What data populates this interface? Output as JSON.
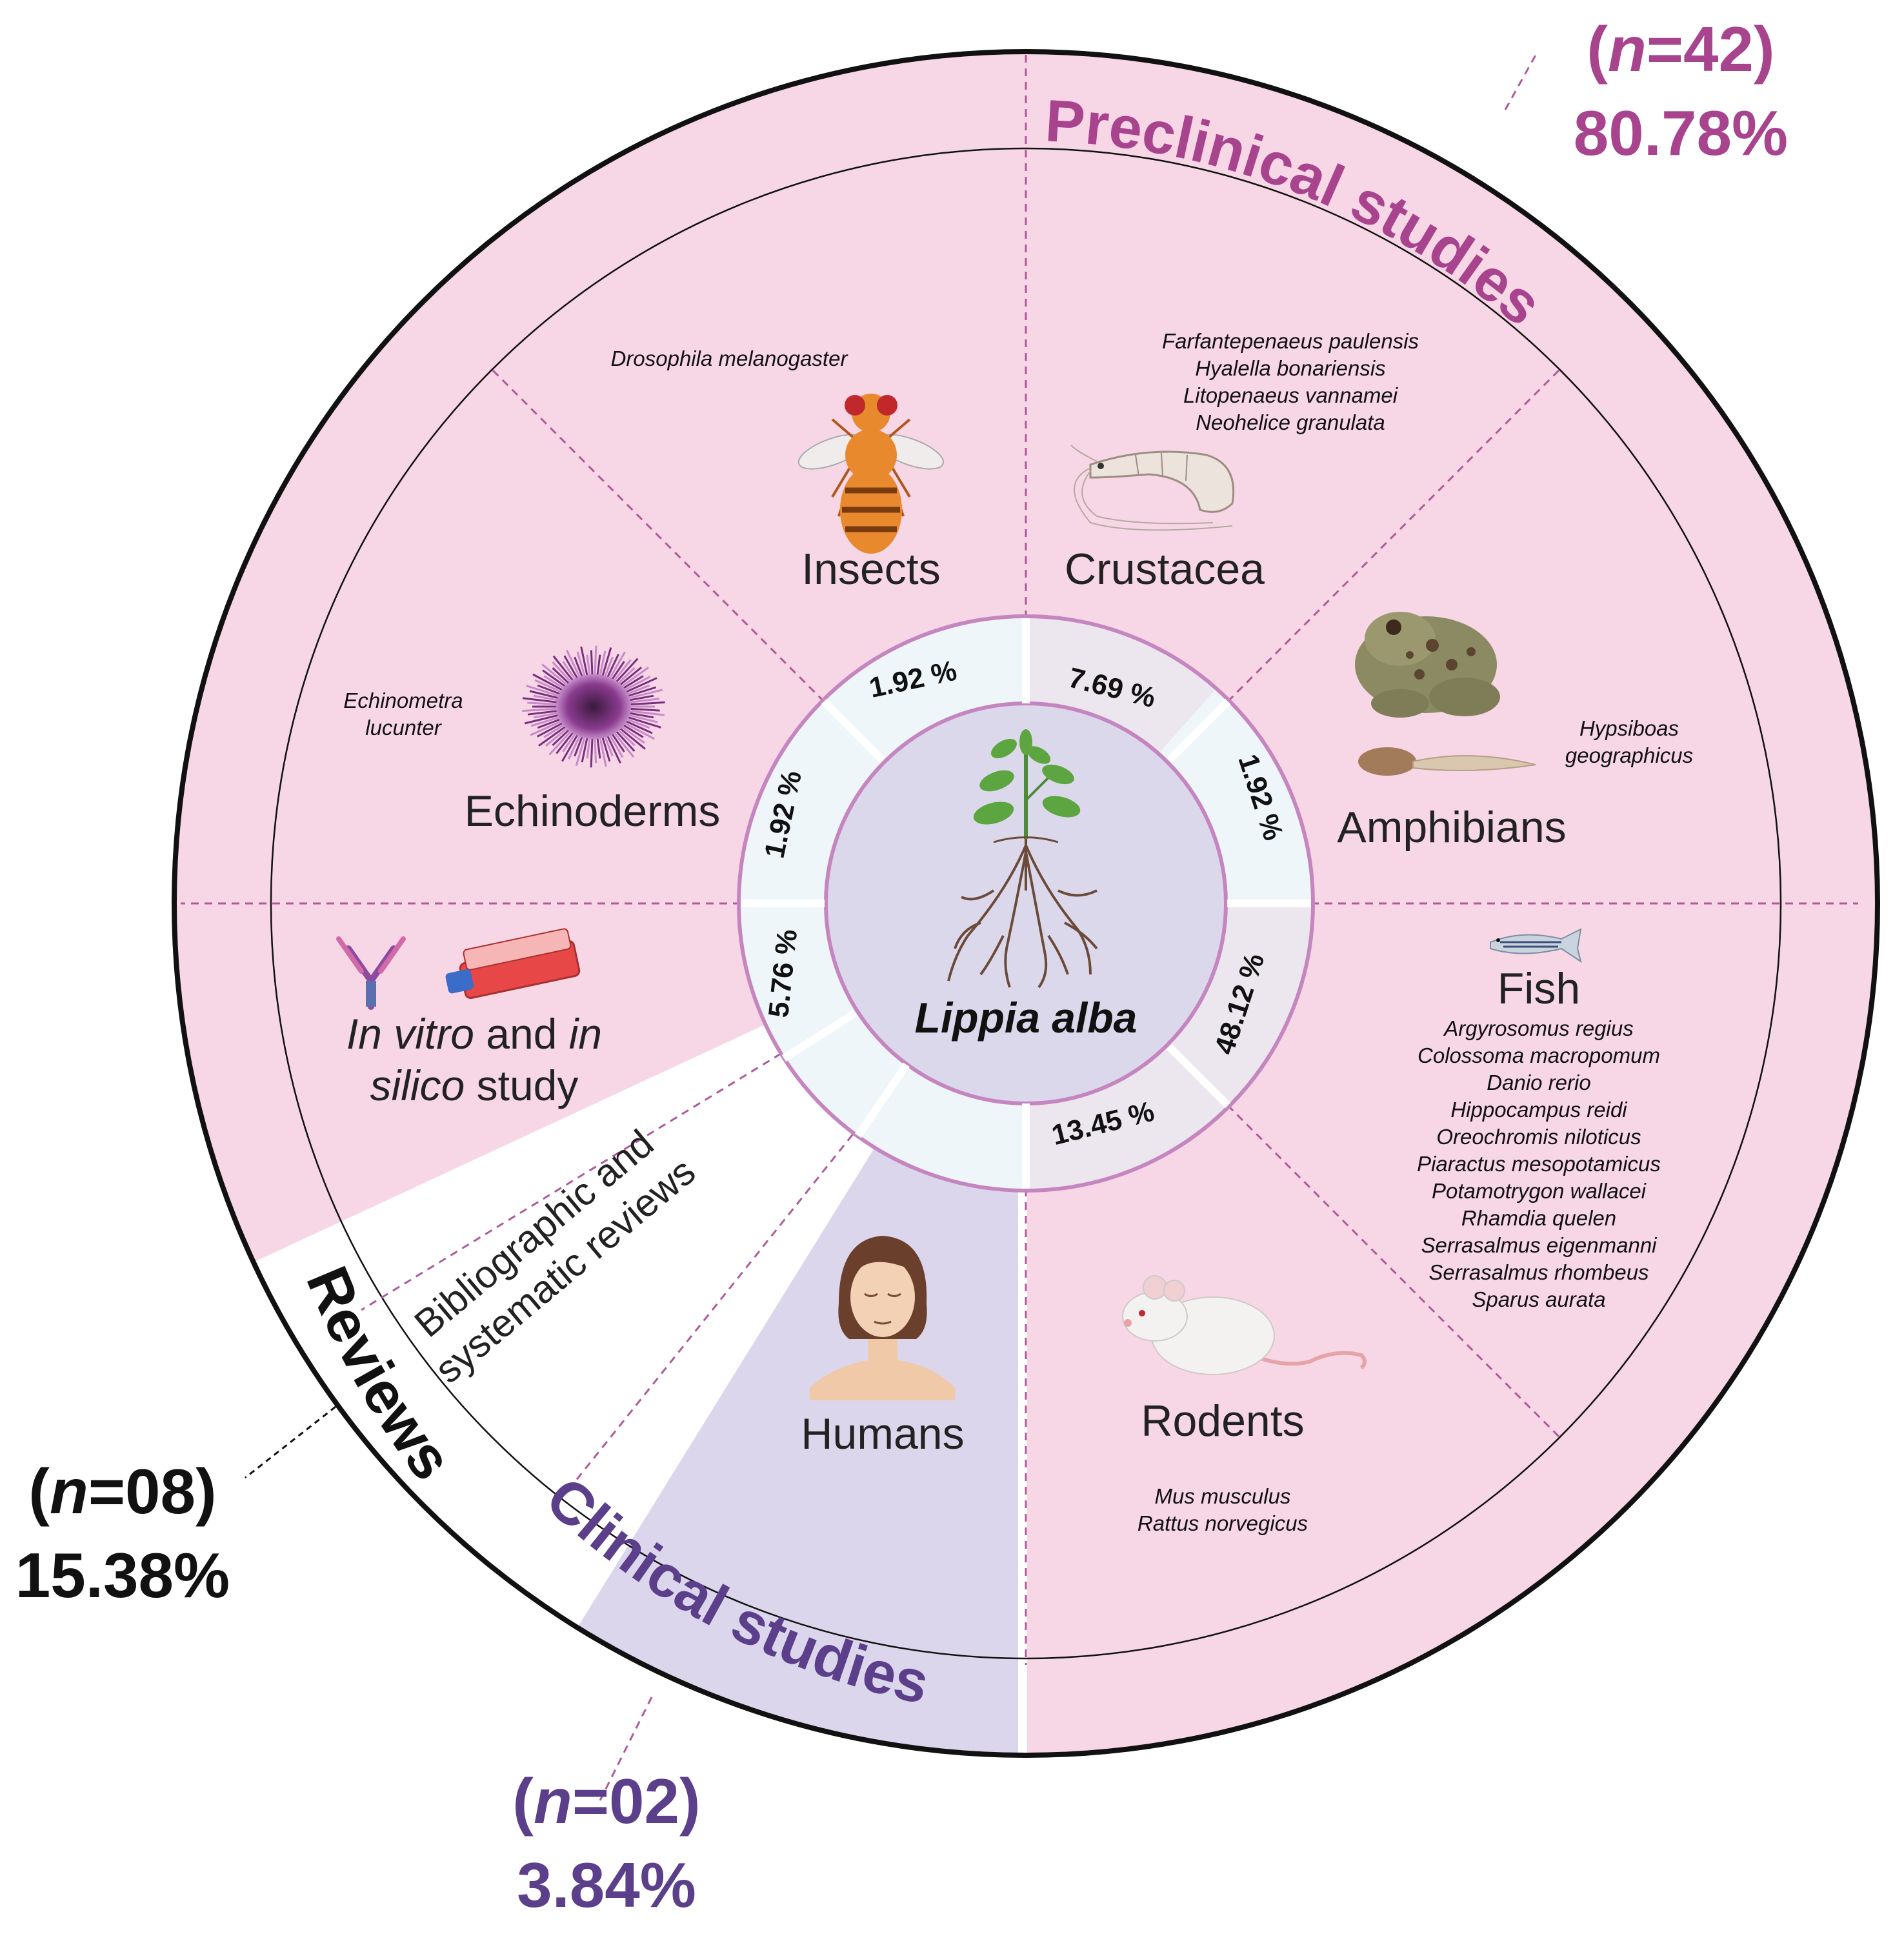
{
  "groups": {
    "preclinical": {
      "title": "Preclinical studies",
      "n_label": "(n=42)",
      "n_italic": "n",
      "n_rest": "=42)",
      "percent": "80.78%",
      "color": "#a8438e"
    },
    "reviews": {
      "title": "Reviews",
      "n_label": "(n=08)",
      "n_italic": "n",
      "n_rest": "=08)",
      "percent": "15.38%",
      "color": "#111111"
    },
    "clinical": {
      "title": "Clinical studies",
      "n_label": "(n=02)",
      "n_italic": "n",
      "n_rest": "=02)",
      "percent": "3.84%",
      "color": "#5b3f8a"
    }
  },
  "center": {
    "label": "Lippia alba"
  },
  "categories": {
    "insects": {
      "label": "Insects",
      "percent": "1.92 %",
      "species": [
        "Drosophila melanogaster"
      ]
    },
    "crustacea": {
      "label": "Crustacea",
      "percent": "7.69 %",
      "species": [
        "Farfantepenaeus paulensis",
        "Hyalella bonariensis",
        "Litopenaeus vannamei",
        "Neohelice granulata"
      ]
    },
    "amphibians": {
      "label": "Amphibians",
      "percent": "1.92 %",
      "species": [
        "Hypsiboas",
        "geographicus"
      ]
    },
    "fish": {
      "label": "Fish",
      "percent": "48.12 %",
      "species": [
        "Argyrosomus regius",
        "Colossoma macropomum",
        "Danio rerio",
        "Hippocampus reidi",
        "Oreochromis niloticus",
        "Piaractus mesopotamicus",
        "Potamotrygon wallacei",
        "Rhamdia quelen",
        "Serrasalmus eigenmanni",
        "Serrasalmus rhombeus",
        "Sparus aurata"
      ]
    },
    "rodents": {
      "label": "Rodents",
      "percent": "13.45 %",
      "species": [
        "Mus musculus",
        "Rattus norvegicus"
      ]
    },
    "humans": {
      "label": "Humans"
    },
    "reviews_segment": {
      "line1": "Bibliographic and",
      "line2": "systematic reviews"
    },
    "invitro": {
      "line1_italic_a": "In vitro",
      "line1_plain": " and ",
      "line1_italic_b": "in",
      "line2_italic": "silico",
      "line2_plain": " study",
      "percent": "5.76 %"
    },
    "echinoderms": {
      "label": "Echinoderms",
      "percent": "1.92 %",
      "species": [
        "Echinometra",
        "lucunter"
      ]
    }
  },
  "colors": {
    "preclinical_fill": "#f7d6e6",
    "clinical_fill": "#dcd6ec",
    "reviews_fill": "#ffffff",
    "inner_ring_fill": "#eef6fa",
    "ring_stroke": "#c586c0",
    "center_fill": "#dcd8ec",
    "outer_border": "#111111",
    "dash": "#b05a9a"
  },
  "icons": [
    "fruit-fly-icon",
    "shrimp-icon",
    "frog-icon",
    "tadpole-icon",
    "zebrafish-icon",
    "mouse-icon",
    "human-face-icon",
    "antibody-icon",
    "cell-culture-flask-icon",
    "sea-urchin-icon",
    "plant-with-roots-icon"
  ]
}
